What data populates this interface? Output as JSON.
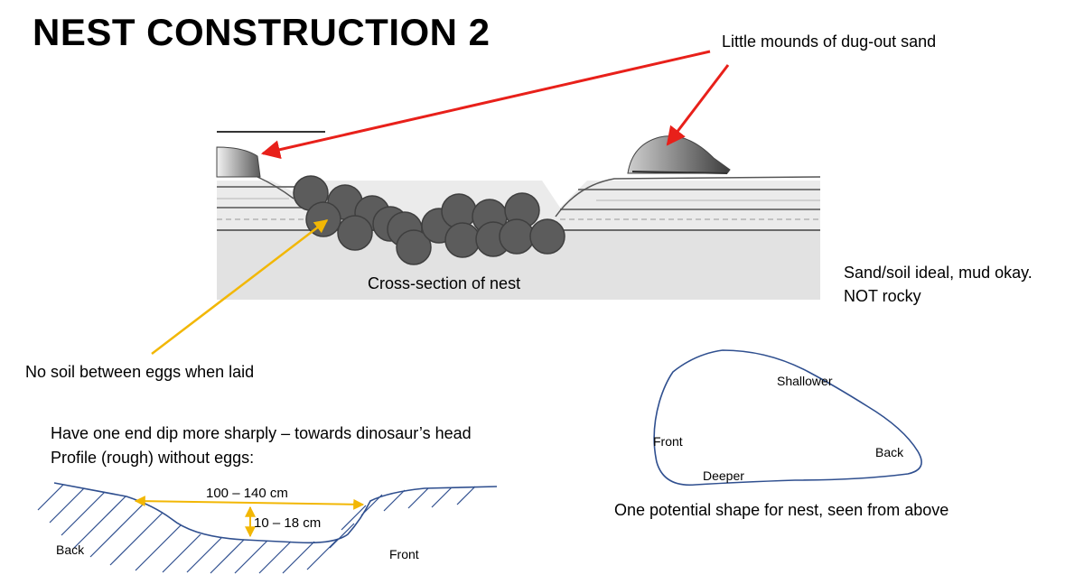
{
  "title": "NEST CONSTRUCTION 2",
  "labels": {
    "mounds": "Little mounds of dug-out sand",
    "cross_section": "Cross-section of nest",
    "soil_line1": "Sand/soil ideal, mud okay.",
    "soil_line2": "NOT rocky",
    "no_soil": "No soil between eggs when laid",
    "dip_line1": "Have one end dip more sharply – towards dinosaur’s head",
    "dip_line2": "Profile (rough) without eggs:",
    "width_dim": "100 – 140 cm",
    "depth_dim": "10 – 18 cm",
    "profile_back": "Back",
    "profile_front": "Front",
    "top_shallower": "Shallower",
    "top_front": "Front",
    "top_back": "Back",
    "top_deeper": "Deeper",
    "top_caption": "One potential shape for nest, seen from above"
  },
  "colors": {
    "arrow_red": "#e8201a",
    "arrow_yellow": "#f2b705",
    "sketch_blue": "#2f4f8f",
    "egg": "#5c5c5c"
  }
}
